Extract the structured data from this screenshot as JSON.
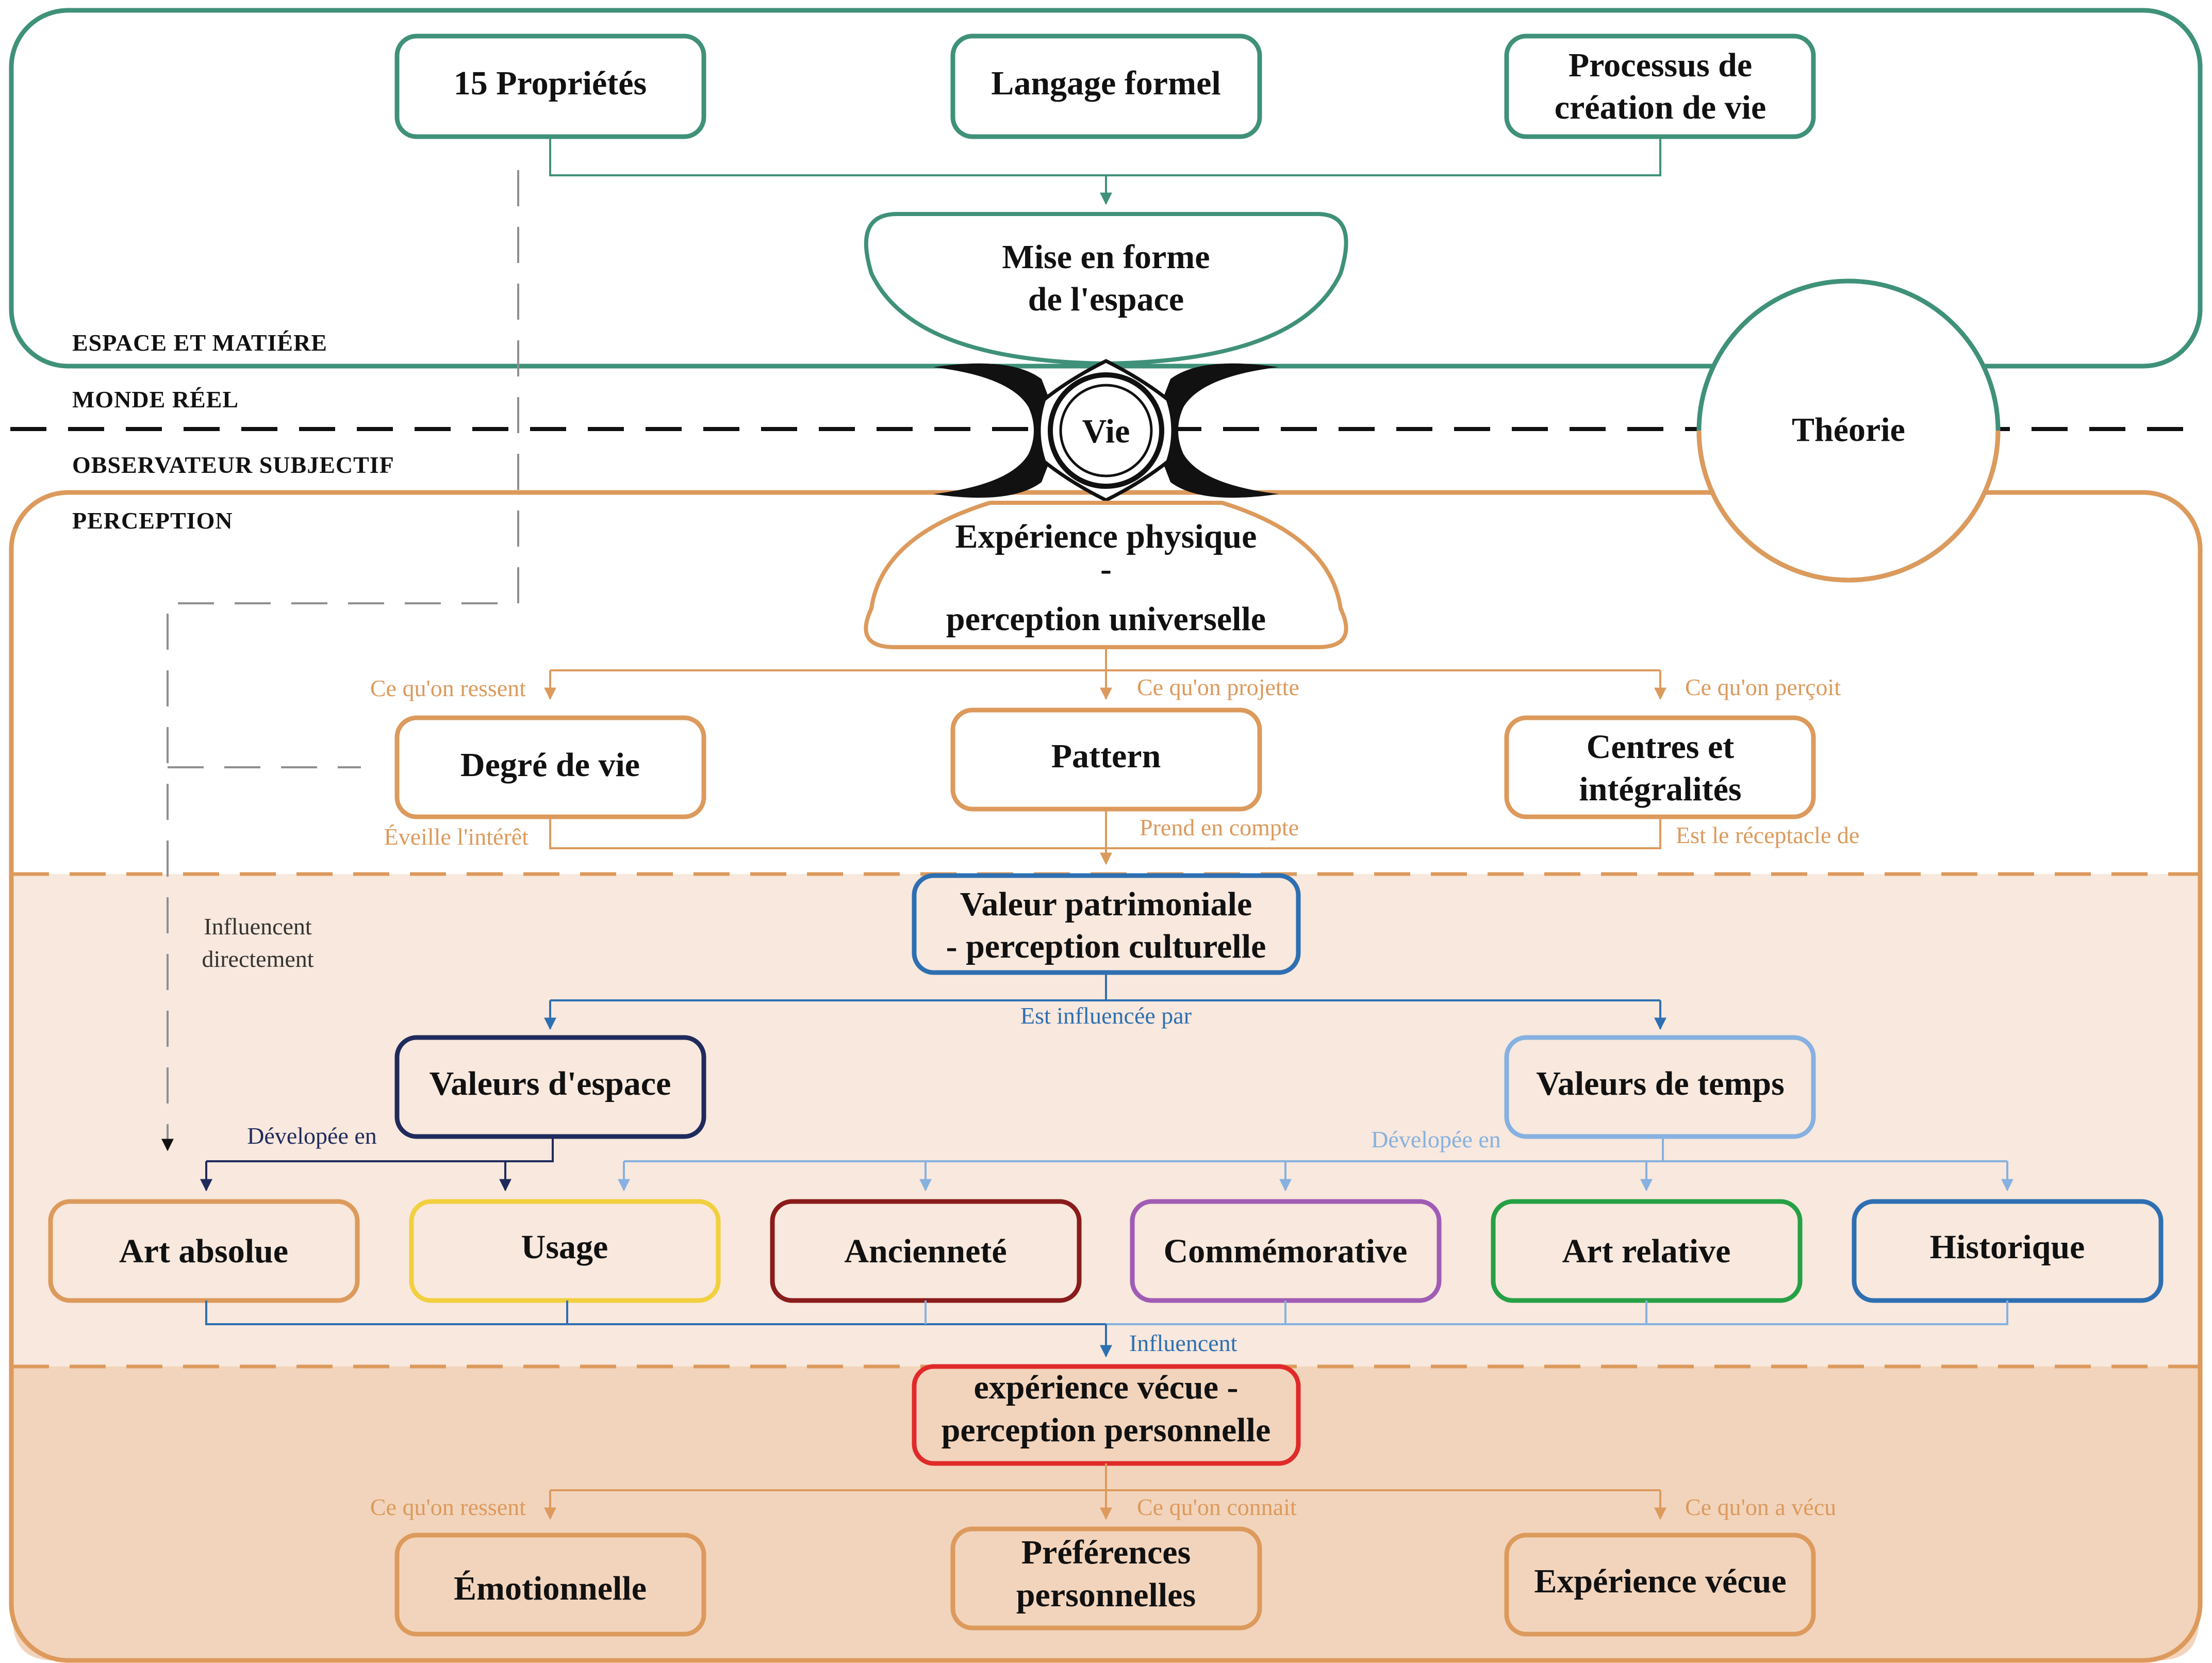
{
  "regions": {
    "espace": "ESPACE ET MATIÉRE",
    "monde": "MONDE RÉEL",
    "observateur": "OBSERVATEUR SUBJECTIF",
    "perception": "PERCEPTION"
  },
  "nodes": {
    "proprietes": "15 Propriétés",
    "langage": "Langage formel",
    "processus_1": "Processus de",
    "processus_2": "création de vie",
    "mise_1": "Mise en forme",
    "mise_2": "de l'espace",
    "vie": "Vie",
    "theorie": "Théorie",
    "experience_1": "Expérience physique",
    "experience_2": "-",
    "experience_3": "perception universelle",
    "degre": "Degré de vie",
    "pattern": "Pattern",
    "centres_1": "Centres et",
    "centres_2": "intégralités",
    "valeur_1": "Valeur patrimoniale",
    "valeur_2": "- perception culturelle",
    "valeurs_espace": "Valeurs d'espace",
    "valeurs_temps": "Valeurs de temps",
    "art_absolue": "Art absolue",
    "usage": "Usage",
    "anciennete": "Ancienneté",
    "commemorative": "Commémorative",
    "art_relative": "Art relative",
    "historique": "Historique",
    "vecue_1": "expérience vécue -",
    "vecue_2": "perception personnelle",
    "emotionnelle": "Émotionnelle",
    "preferences_1": "Préférences",
    "preferences_2": "personnelles",
    "experience_vecue": "Expérience vécue"
  },
  "edges": {
    "ressent_1": "Ce qu'on ressent",
    "projette": "Ce qu'on projette",
    "percoit": "Ce qu'on perçoit",
    "eveille": "Éveille l'intérêt",
    "prend": "Prend en compte",
    "receptacle": "Est le réceptacle de",
    "influencent_dir_1": "Influencent",
    "influencent_dir_2": "directement",
    "influencee_par": "Est influencée par",
    "developpee_1": "Dévelopée en",
    "developpee_2": "Dévelopée en",
    "influencent": "Influencent",
    "ressent_2": "Ce qu'on ressent",
    "connait": "Ce qu'on connait",
    "vecu": "Ce qu'on a vécu"
  },
  "colors": {
    "teal": "#3f9179",
    "orange": "#dc9a5c",
    "band_light": "#f8e8dd",
    "band_dark": "#f2d4bc",
    "blue": "#2e6fb2",
    "navy": "#1f2b5c",
    "light_blue": "#86b1e0",
    "yellow": "#f2cf3e",
    "dark_red": "#8a1c1c",
    "purple": "#a05cb4",
    "green": "#26a044",
    "red": "#e02a2a"
  }
}
